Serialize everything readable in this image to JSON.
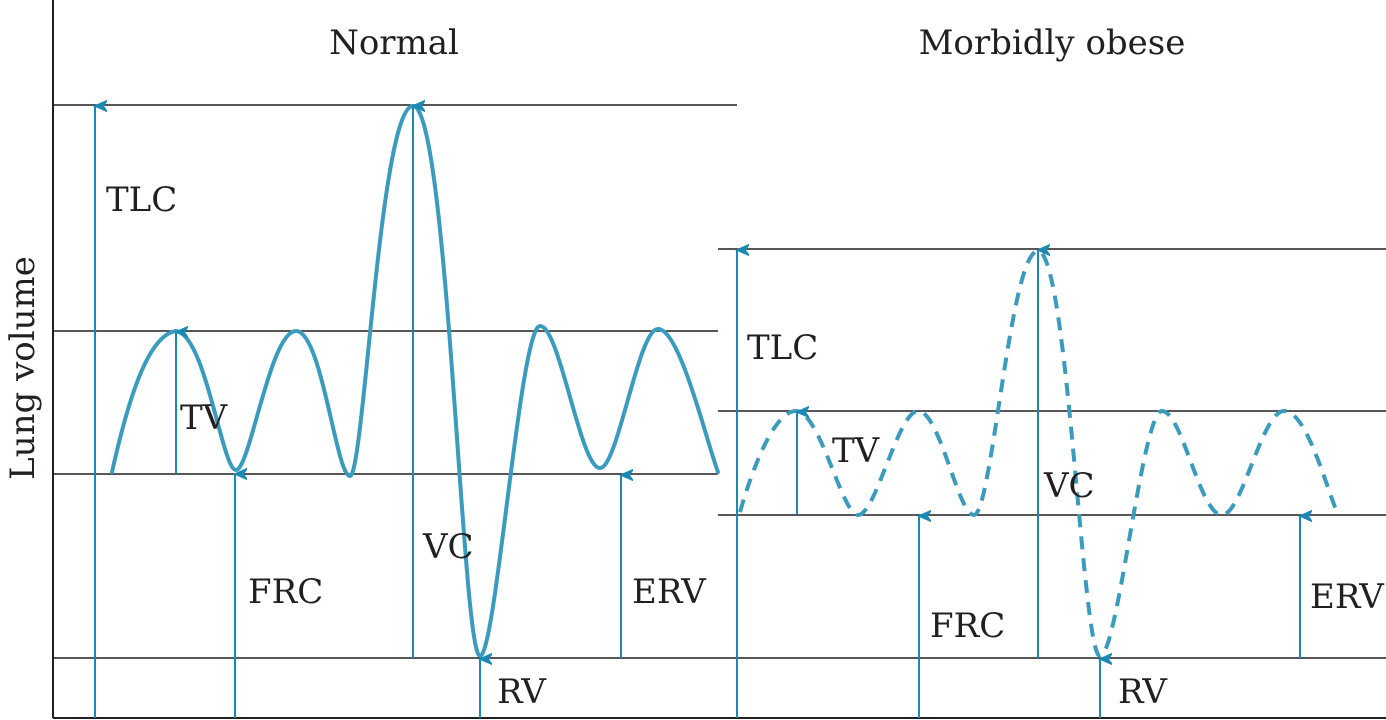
{
  "y_axis_label": "Lung volume",
  "normal": {
    "title": "Normal",
    "labels": {
      "tlc": "TLC",
      "tv": "TV",
      "frc": "FRC",
      "vc": "VC",
      "erv": "ERV",
      "rv": "RV"
    }
  },
  "obese": {
    "title": "Morbidly obese",
    "labels": {
      "tlc": "TLC",
      "tv": "TV",
      "frc": "FRC",
      "vc": "VC",
      "erv": "ERV",
      "rv": "RV"
    }
  },
  "colors": {
    "curve": "#3a9bbd",
    "arrow": "#1a8ab4",
    "line": "#231f20"
  }
}
